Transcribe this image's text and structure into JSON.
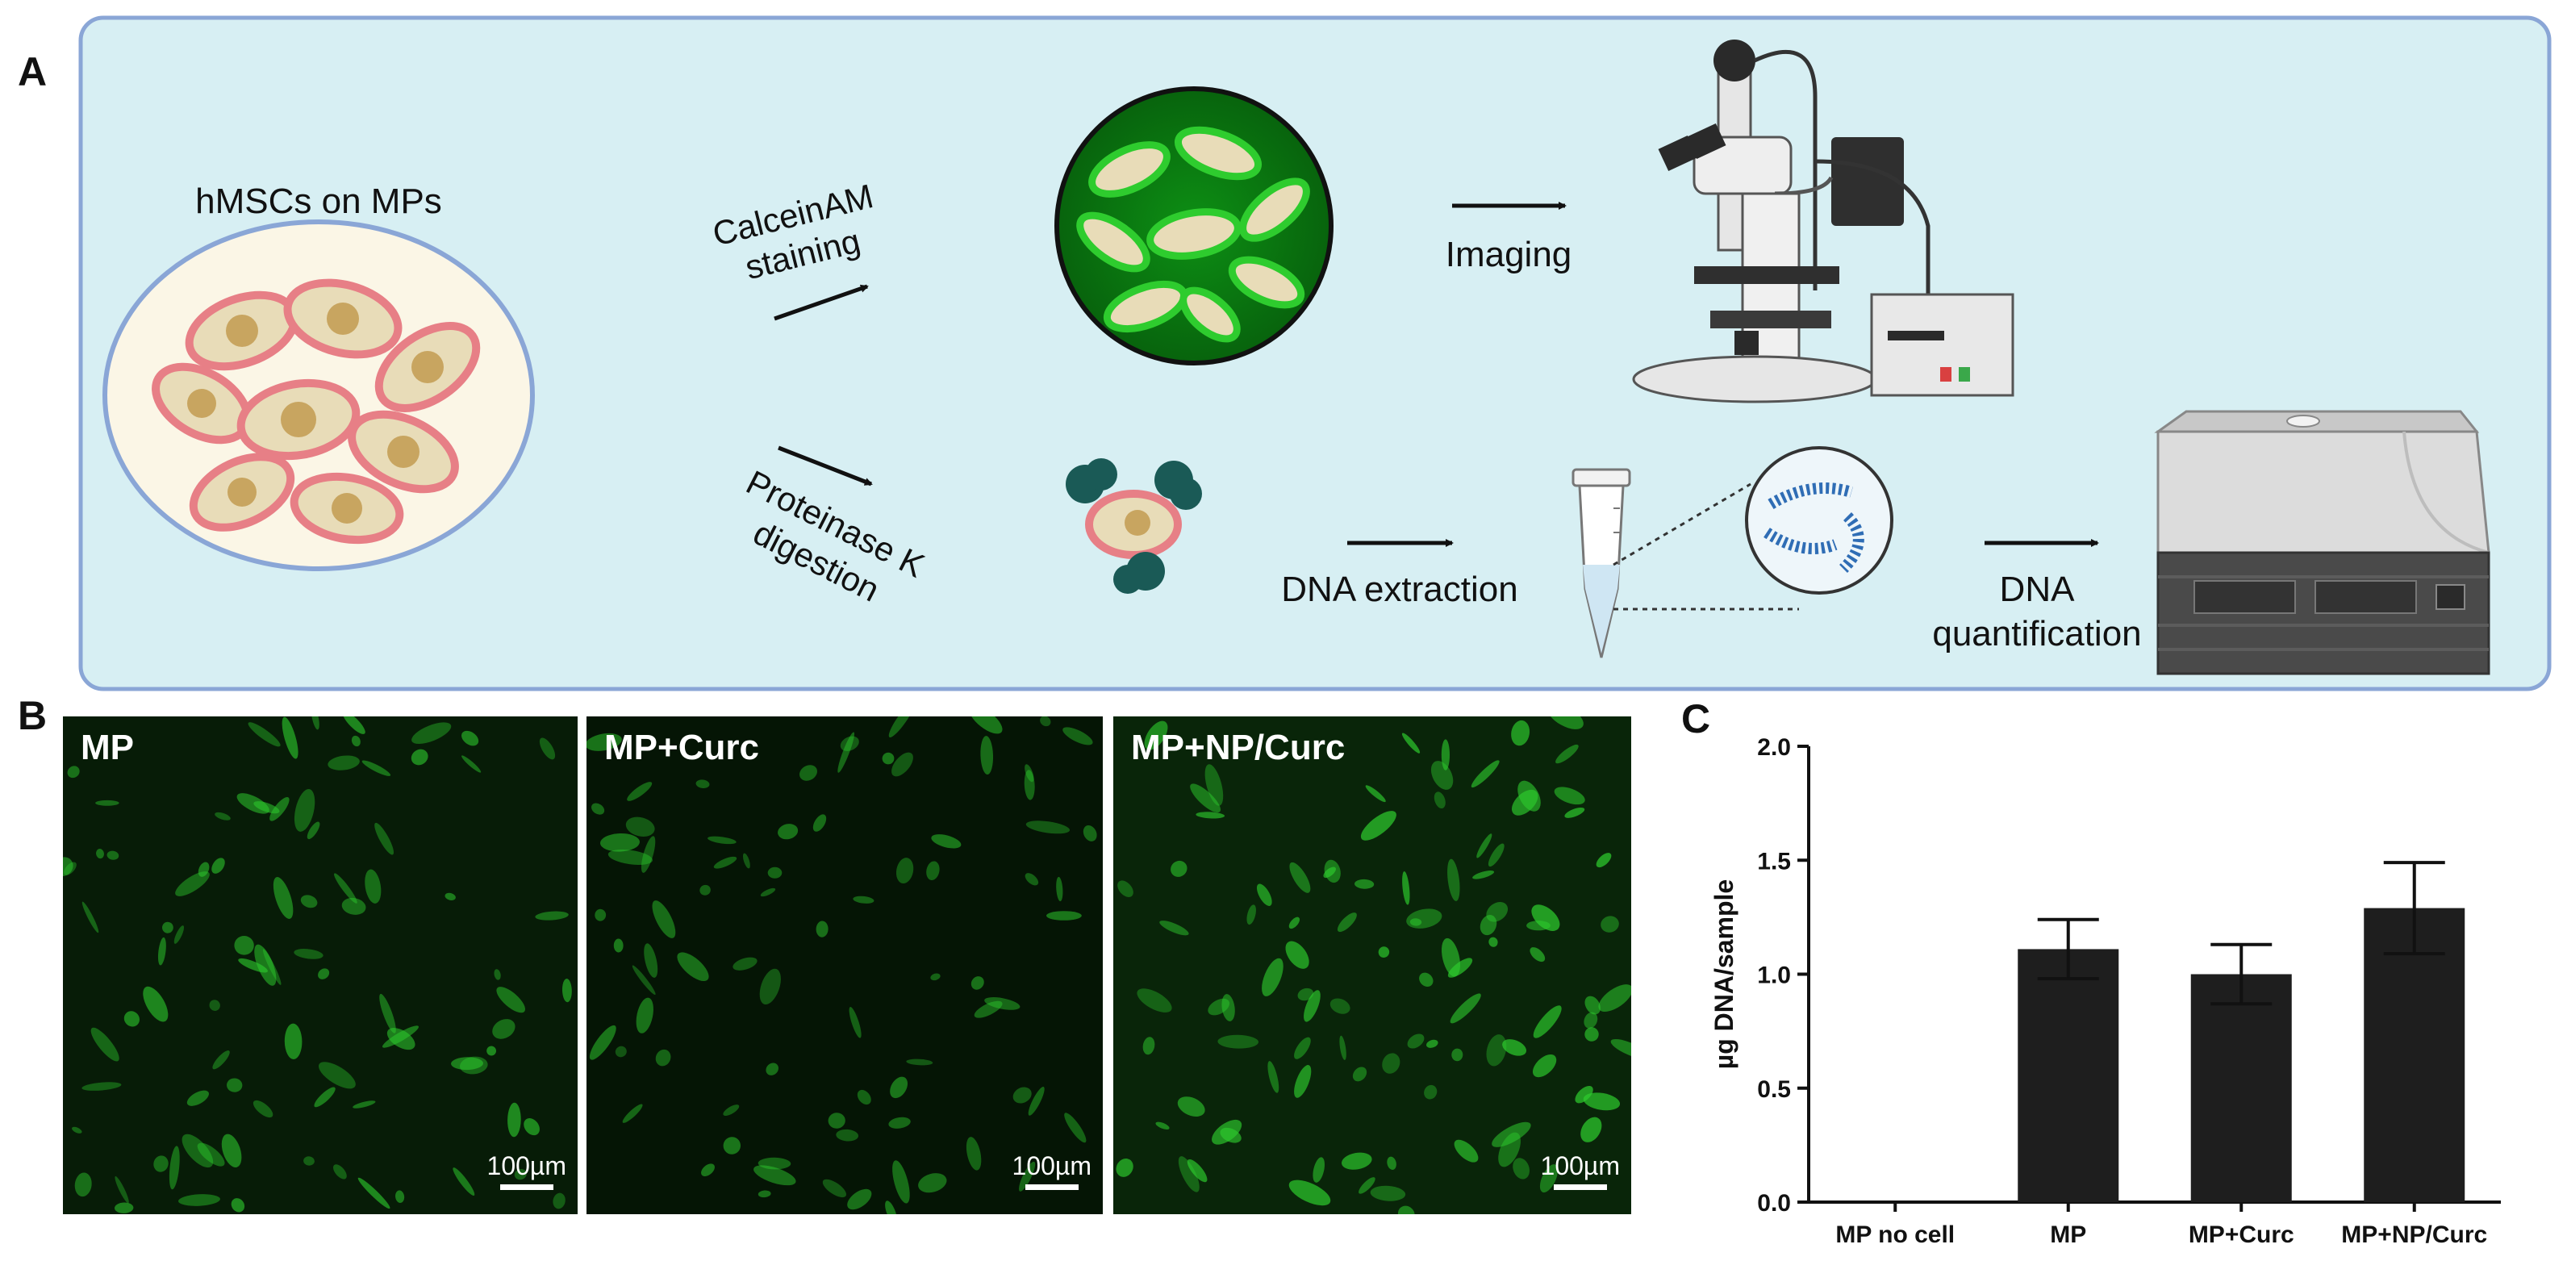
{
  "panels": {
    "a": "A",
    "b": "B",
    "c": "C"
  },
  "schematic": {
    "dish_label": "hMSCs on MPs",
    "step_calcein_line1": "CalceinAM",
    "step_calcein_line2": "staining",
    "step_imaging": "Imaging",
    "step_proteinase_line1": "Proteinase K",
    "step_proteinase_line2": "digestion",
    "step_dna_extraction": "DNA extraction",
    "step_dna_quant_line1": "DNA",
    "step_dna_quant_line2": "quantification"
  },
  "micrographs": [
    {
      "label": "MP",
      "scale": "100µm",
      "brightness": 0.55
    },
    {
      "label": "MP+Curc",
      "scale": "100µm",
      "brightness": 0.4
    },
    {
      "label": "MP+NP/Curc",
      "scale": "100µm",
      "brightness": 0.75
    }
  ],
  "colors": {
    "panel_bg": "#d7eff3",
    "panel_border": "#8aa6d6",
    "fluor_green": "#2ecc2e",
    "bar_fill": "#1e1e1e",
    "cell_pink": "#e77f86",
    "cell_beige": "#e8dcb8"
  },
  "chart_data": {
    "type": "bar",
    "categories": [
      "MP no cell",
      "MP",
      "MP+Curc",
      "MP+NP/Curc"
    ],
    "values": [
      0.0,
      1.11,
      1.0,
      1.29
    ],
    "errors": [
      0.0,
      0.13,
      0.13,
      0.2
    ],
    "ylabel": "µg DNA/sample",
    "ylim": [
      0.0,
      2.0
    ],
    "yticks": [
      "0.0",
      "0.5",
      "1.0",
      "1.5",
      "2.0"
    ],
    "grid": false,
    "legend": "none"
  }
}
